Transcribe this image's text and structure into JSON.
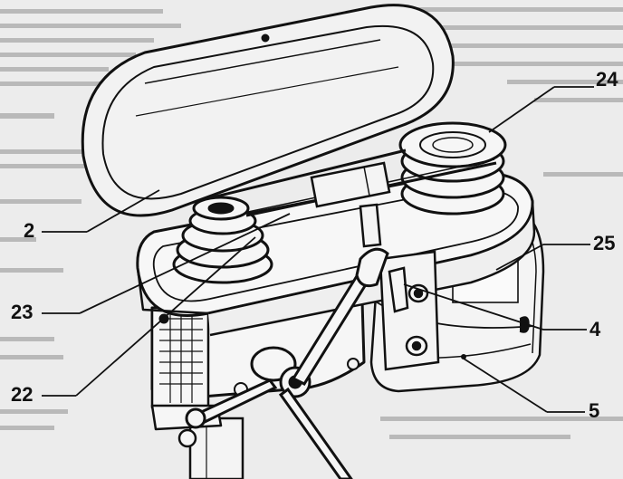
{
  "figure": {
    "callouts": [
      {
        "id": "c24",
        "label": "24"
      },
      {
        "id": "c2",
        "label": "2"
      },
      {
        "id": "c25",
        "label": "25"
      },
      {
        "id": "c23",
        "label": "23"
      },
      {
        "id": "c4",
        "label": "4"
      },
      {
        "id": "c22",
        "label": "22"
      },
      {
        "id": "c5",
        "label": "5"
      }
    ]
  },
  "colors": {
    "paper": "#ececec",
    "ink": "#111111",
    "bleed_text": "#b9b9b9"
  }
}
